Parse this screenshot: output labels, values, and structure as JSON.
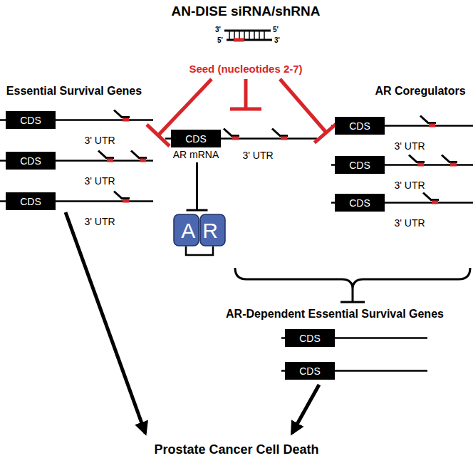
{
  "diagram": {
    "title": "AN-DISE siRNA/shRNA",
    "nodes": [
      {
        "text": [
          "CDS"
        ]
      },
      {
        "text": [
          "CDS"
        ]
      },
      {
        "text": [
          "CDS"
        ]
      },
      {
        "text": [
          "CDS",
          "AR mRNA"
        ]
      },
      {
        "text": [
          "AR"
        ]
      },
      {
        "text": [
          "CDS"
        ]
      },
      {
        "text": [
          "CDS"
        ]
      },
      {
        "text": [
          "CDS"
        ]
      },
      {
        "text": [
          "CDS"
        ]
      },
      {
        "text": [
          "CDS"
        ]
      }
    ],
    "edges": [
      {
        "from": 3,
        "to": 4,
        "arrow": "to"
      }
    ],
    "labels": [
      "3'",
      "5'",
      "5'",
      "3'",
      "Seed (nucleotides 2-7)",
      "Essential Survival Genes",
      "3' UTR",
      "3' UTR",
      "3' UTR",
      "3' UTR",
      "AR Coregulators",
      "3' UTR",
      "3' UTR",
      "3' UTR",
      "AR-Dependent Essential Survival Genes",
      "Prostate Cancer Cell Death"
    ]
  }
}
